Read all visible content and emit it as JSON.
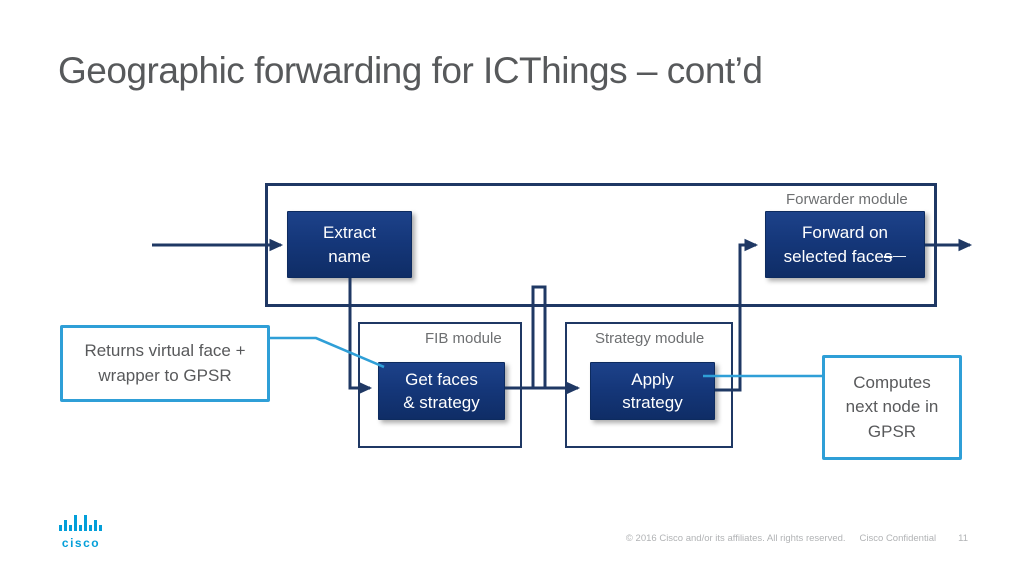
{
  "slide": {
    "title": "Geographic forwarding for ICThings – cont’d",
    "footer": {
      "copyright": "© 2016  Cisco and/or its affiliates. All rights reserved.",
      "confidential": "Cisco Confidential",
      "page": "11"
    },
    "logo_brand": "cisco"
  },
  "diagram": {
    "forwarder_module": {
      "label": "Forwarder module"
    },
    "extract_box": {
      "line1": "Extract",
      "line2": "name"
    },
    "forward_box": {
      "line1": "Forward on",
      "line2": "selected face",
      "line2_struck": "s"
    },
    "fib_module": {
      "label": "FIB module"
    },
    "getfaces_box": {
      "line1": "Get faces",
      "line2": "& strategy"
    },
    "strategy_module": {
      "label": "Strategy module"
    },
    "apply_box": {
      "line1": "Apply",
      "line2": "strategy"
    },
    "callout_left": {
      "line1": "Returns virtual face +",
      "line2": "wrapper to GPSR"
    },
    "callout_right": {
      "line1": "Computes",
      "line2": "next node in",
      "line3": "GPSR"
    }
  },
  "colors": {
    "connector_navy": "#1f3864",
    "callout_blue": "#2f9fd7",
    "process_box_fill": "#15377a",
    "title_gray": "#57595b",
    "module_label_gray": "#6d6f71",
    "footer_gray": "#b1b3b5",
    "cisco_blue": "#049fd9"
  }
}
